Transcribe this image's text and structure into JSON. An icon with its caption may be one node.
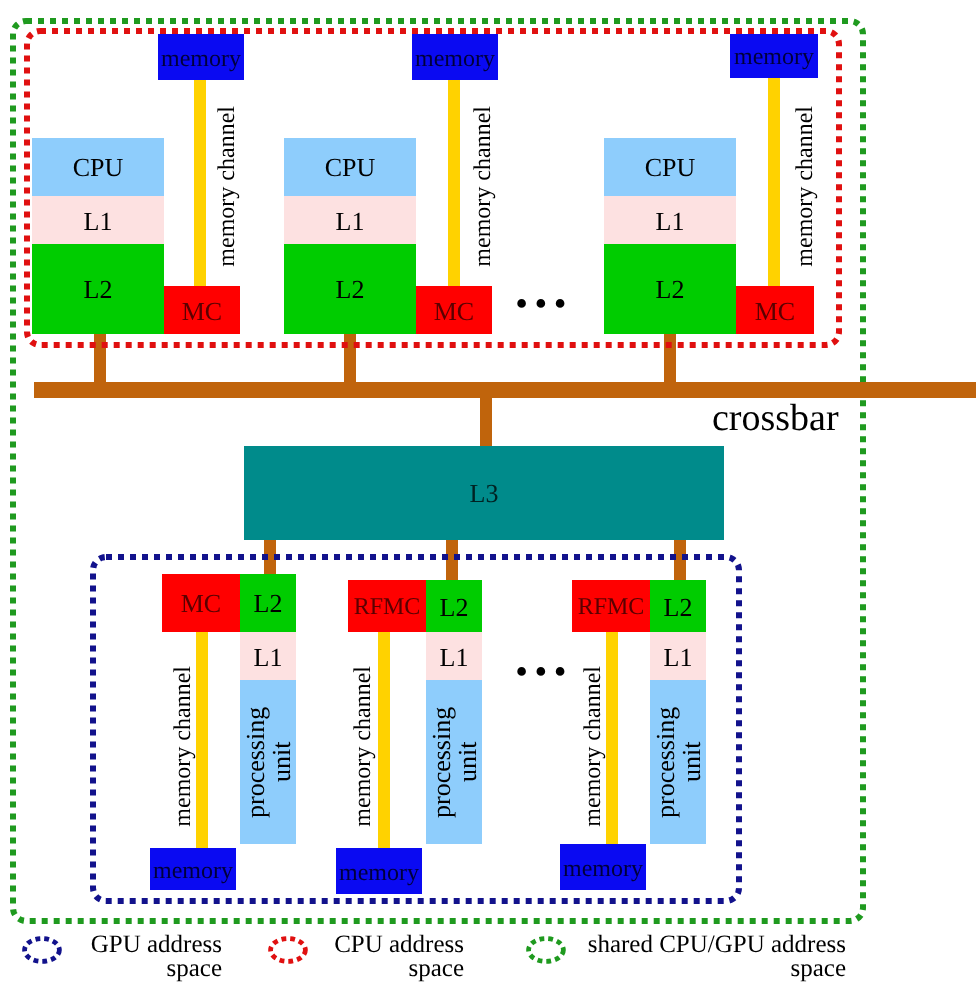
{
  "diagram": {
    "nodes": [
      {
        "text": [],
        "shape": "box"
      },
      {
        "text": [],
        "shape": "box",
        "in": 0
      },
      {
        "text": [
          "memory"
        ],
        "in": 1
      },
      {
        "text": [
          "CPU"
        ],
        "in": 1
      },
      {
        "text": [
          "L1"
        ],
        "in": 1
      },
      {
        "text": [
          "L2"
        ],
        "in": 1
      },
      {
        "text": [
          "MC"
        ],
        "in": 1
      },
      {
        "text": [
          "memory"
        ],
        "in": 1
      },
      {
        "text": [
          "CPU"
        ],
        "in": 1
      },
      {
        "text": [
          "L1"
        ],
        "in": 1
      },
      {
        "text": [
          "L2"
        ],
        "in": 1
      },
      {
        "text": [
          "MC"
        ],
        "in": 1
      },
      {
        "text": [
          "memory"
        ],
        "in": 1
      },
      {
        "text": [
          "CPU"
        ],
        "in": 1
      },
      {
        "text": [
          "L1"
        ],
        "in": 1
      },
      {
        "text": [
          "L2"
        ],
        "in": 1
      },
      {
        "text": [
          "MC"
        ],
        "in": 1
      },
      {
        "text": [
          "crossbar"
        ]
      },
      {
        "text": [
          "L3"
        ],
        "in": 0
      },
      {
        "text": [],
        "shape": "box",
        "in": 0
      },
      {
        "text": [
          "MC"
        ],
        "in": 19
      },
      {
        "text": [
          "L2"
        ],
        "in": 19
      },
      {
        "text": [
          "L1"
        ],
        "in": 19
      },
      {
        "text": [
          "processing unit"
        ],
        "in": 19
      },
      {
        "text": [
          "memory"
        ],
        "in": 19
      },
      {
        "text": [
          "RFMC"
        ],
        "in": 19
      },
      {
        "text": [
          "L2"
        ],
        "in": 19
      },
      {
        "text": [
          "L1"
        ],
        "in": 19
      },
      {
        "text": [
          "processing unit"
        ],
        "in": 19
      },
      {
        "text": [
          "memory"
        ],
        "in": 19
      },
      {
        "text": [
          "RFMC"
        ],
        "in": 19
      },
      {
        "text": [
          "L2"
        ],
        "in": 19
      },
      {
        "text": [
          "L1"
        ],
        "in": 19
      },
      {
        "text": [
          "processing unit"
        ],
        "in": 19
      },
      {
        "text": [
          "memory"
        ],
        "in": 19
      }
    ],
    "edges": [
      {
        "from": 2,
        "to": 6,
        "arrow": "none",
        "label": "memory channel",
        "color": "#ffd200"
      },
      {
        "from": 5,
        "to": 17,
        "arrow": "none"
      },
      {
        "from": 7,
        "to": 11,
        "arrow": "none",
        "label": "memory channel",
        "color": "#ffd200"
      },
      {
        "from": 10,
        "to": 17,
        "arrow": "none"
      },
      {
        "from": 12,
        "to": 16,
        "arrow": "none",
        "label": "memory channel",
        "color": "#ffd200"
      },
      {
        "from": 15,
        "to": 17,
        "arrow": "none"
      },
      {
        "from": 17,
        "to": 18,
        "arrow": "none"
      },
      {
        "from": 18,
        "to": 21,
        "arrow": "none"
      },
      {
        "from": 18,
        "to": 26,
        "arrow": "none"
      },
      {
        "from": 18,
        "to": 31,
        "arrow": "none"
      },
      {
        "from": 20,
        "to": 24,
        "arrow": "none",
        "label": "memory channel",
        "color": "#ffd200"
      },
      {
        "from": 25,
        "to": 29,
        "arrow": "none",
        "label": "memory channel",
        "color": "#ffd200"
      },
      {
        "from": 30,
        "to": 34,
        "arrow": "none",
        "label": "memory channel",
        "color": "#ffd200"
      }
    ],
    "labels": [
      "• • •",
      "• • •"
    ],
    "legend": [
      {
        "text": "GPU address space"
      },
      {
        "text": "CPU address space"
      },
      {
        "text": "shared CPU/GPU address space"
      }
    ]
  }
}
